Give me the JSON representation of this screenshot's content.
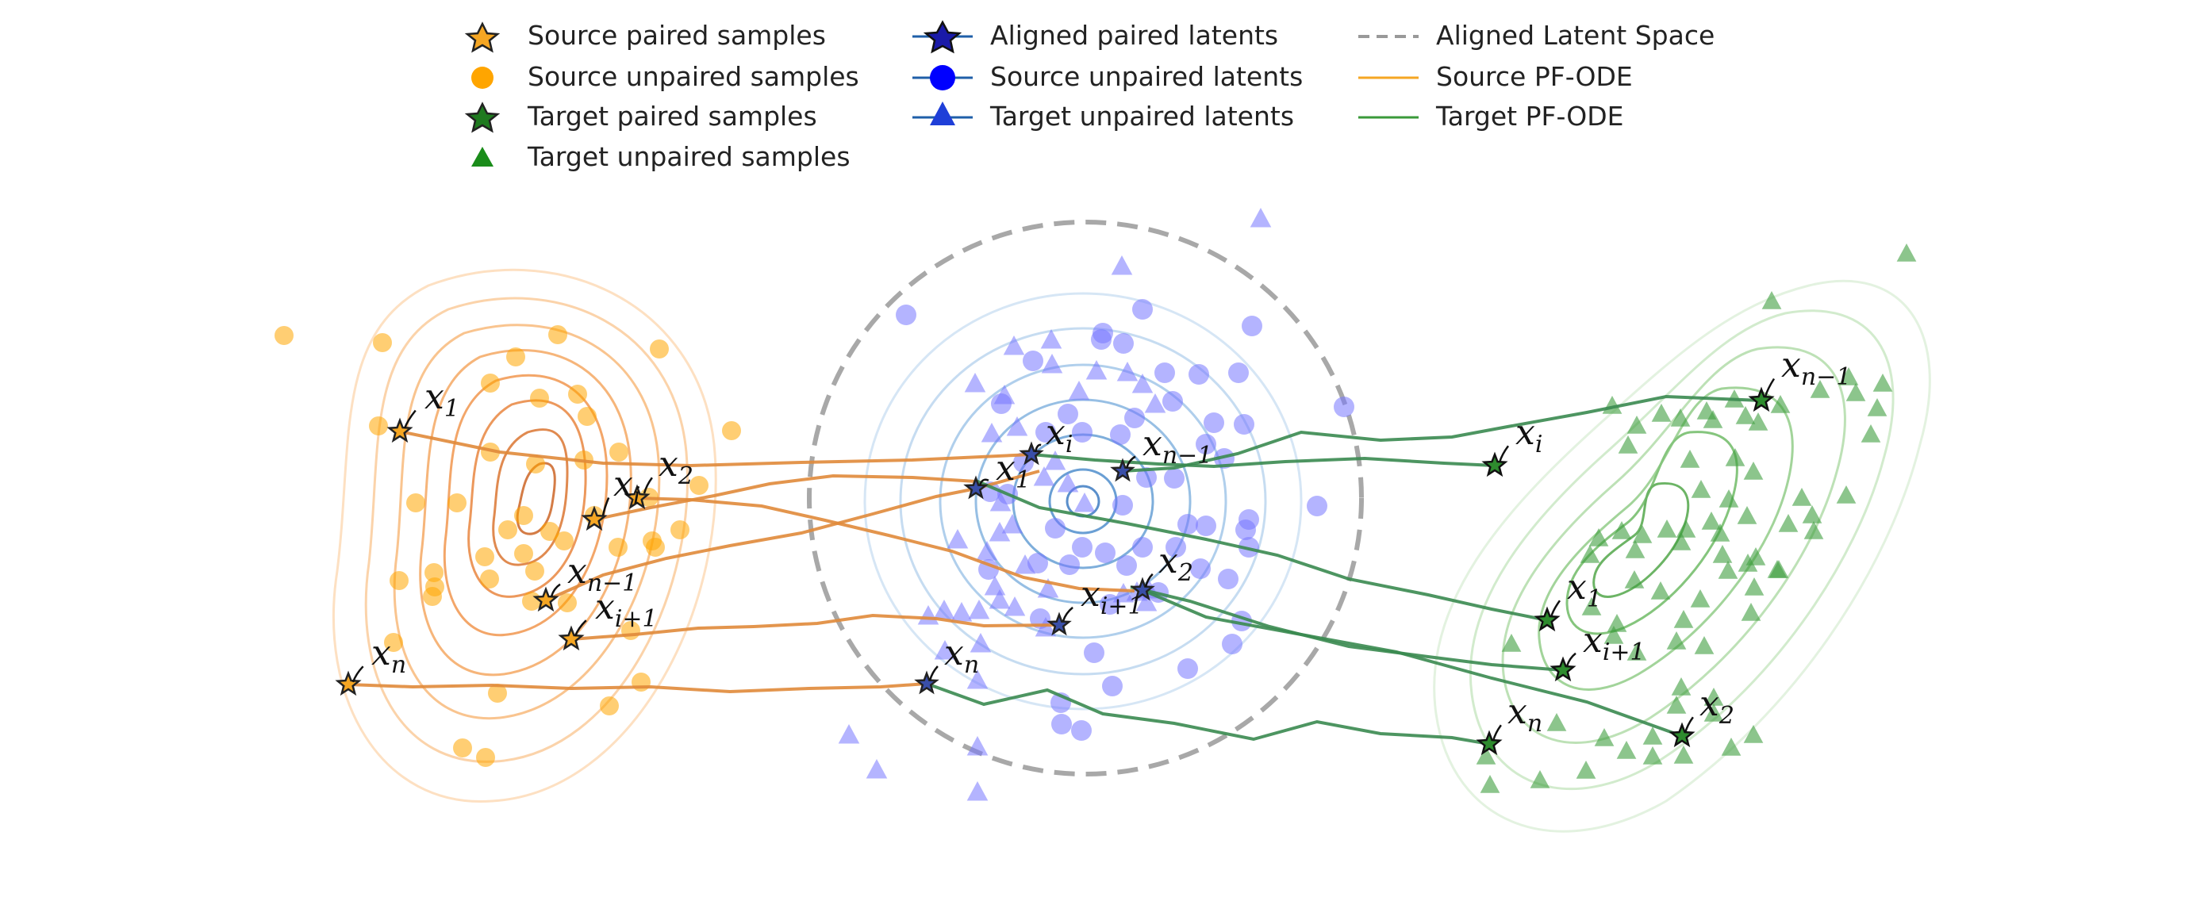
{
  "legend": {
    "columns": [
      [
        {
          "label": "Source paired samples",
          "marker": "star",
          "color": "#f5a623"
        },
        {
          "label": "Source unpaired samples",
          "marker": "circle",
          "color": "#ffa500"
        },
        {
          "label": "Target paired samples",
          "marker": "star",
          "color": "#1f7a1f"
        },
        {
          "label": "Target unpaired samples",
          "marker": "triangle",
          "color": "#1a8c1a"
        }
      ],
      [
        {
          "label": "Aligned paired latents",
          "marker": "star-line",
          "color": "#1f5fa8"
        },
        {
          "label": "Source unpaired latents",
          "marker": "circle-line",
          "color": "#0000ff"
        },
        {
          "label": "Target unpaired latents",
          "marker": "triangle-line",
          "color": "#1f5fa8"
        }
      ],
      [
        {
          "label": "Aligned Latent Space",
          "marker": "dashed-line",
          "color": "#999999"
        },
        {
          "label": "Source PF-ODE",
          "marker": "line",
          "color": "#f5a623"
        },
        {
          "label": "Target PF-ODE",
          "marker": "line",
          "color": "#3a9a3a"
        }
      ]
    ]
  },
  "colors": {
    "source": "#ffa500",
    "source_path": "#e08a3a",
    "target": "#2e8b2e",
    "target_path": "#3a8a50",
    "latent": "#7777ff",
    "latent_contour": "#6a9fd4",
    "circle": "#aaaaaa"
  },
  "labels": {
    "source": [
      {
        "base": "x",
        "sub": "1"
      },
      {
        "base": "x",
        "sub": "2"
      },
      {
        "base": "x",
        "sub": "i"
      },
      {
        "base": "x",
        "sub": "n−1"
      },
      {
        "base": "x",
        "sub": "i+1"
      },
      {
        "base": "x",
        "sub": "n"
      }
    ],
    "latent": [
      {
        "base": "x",
        "sub": "i"
      },
      {
        "base": "x",
        "sub": "1"
      },
      {
        "base": "x",
        "sub": "n−1"
      },
      {
        "base": "x",
        "sub": "2"
      },
      {
        "base": "x",
        "sub": "i+1"
      },
      {
        "base": "x",
        "sub": "n"
      }
    ],
    "target": [
      {
        "base": "x",
        "sub": "n−1"
      },
      {
        "base": "x",
        "sub": "i"
      },
      {
        "base": "x",
        "sub": "1"
      },
      {
        "base": "x",
        "sub": "i+1"
      },
      {
        "base": "x",
        "sub": "2"
      },
      {
        "base": "x",
        "sub": "n"
      }
    ]
  }
}
